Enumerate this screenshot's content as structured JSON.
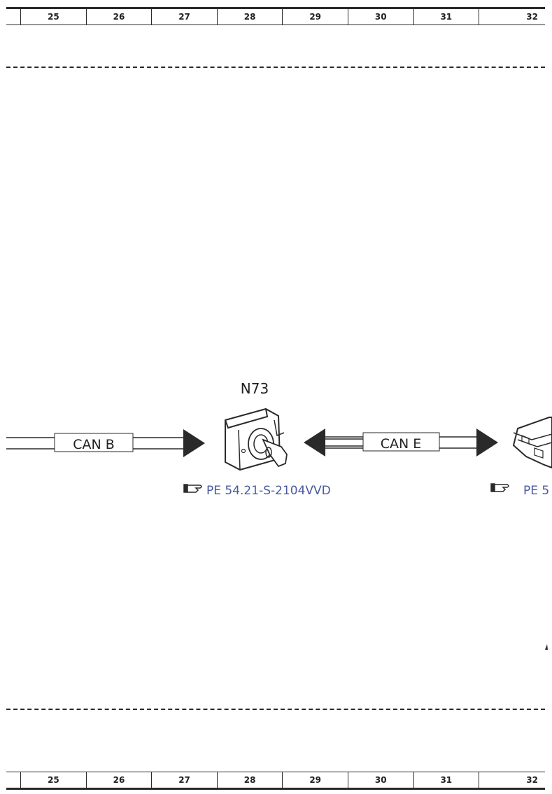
{
  "ruler": {
    "columns": [
      "25",
      "26",
      "27",
      "28",
      "29",
      "30",
      "31",
      "32"
    ]
  },
  "diagram": {
    "module_label": "N73",
    "bus_left": "CAN B",
    "bus_right": "CAN E",
    "ref_main": "PE 54.21-S-2104VVD",
    "ref_edge": "PE 5"
  },
  "colors": {
    "line": "#2a2a2a",
    "reference": "#4a5aa0"
  }
}
